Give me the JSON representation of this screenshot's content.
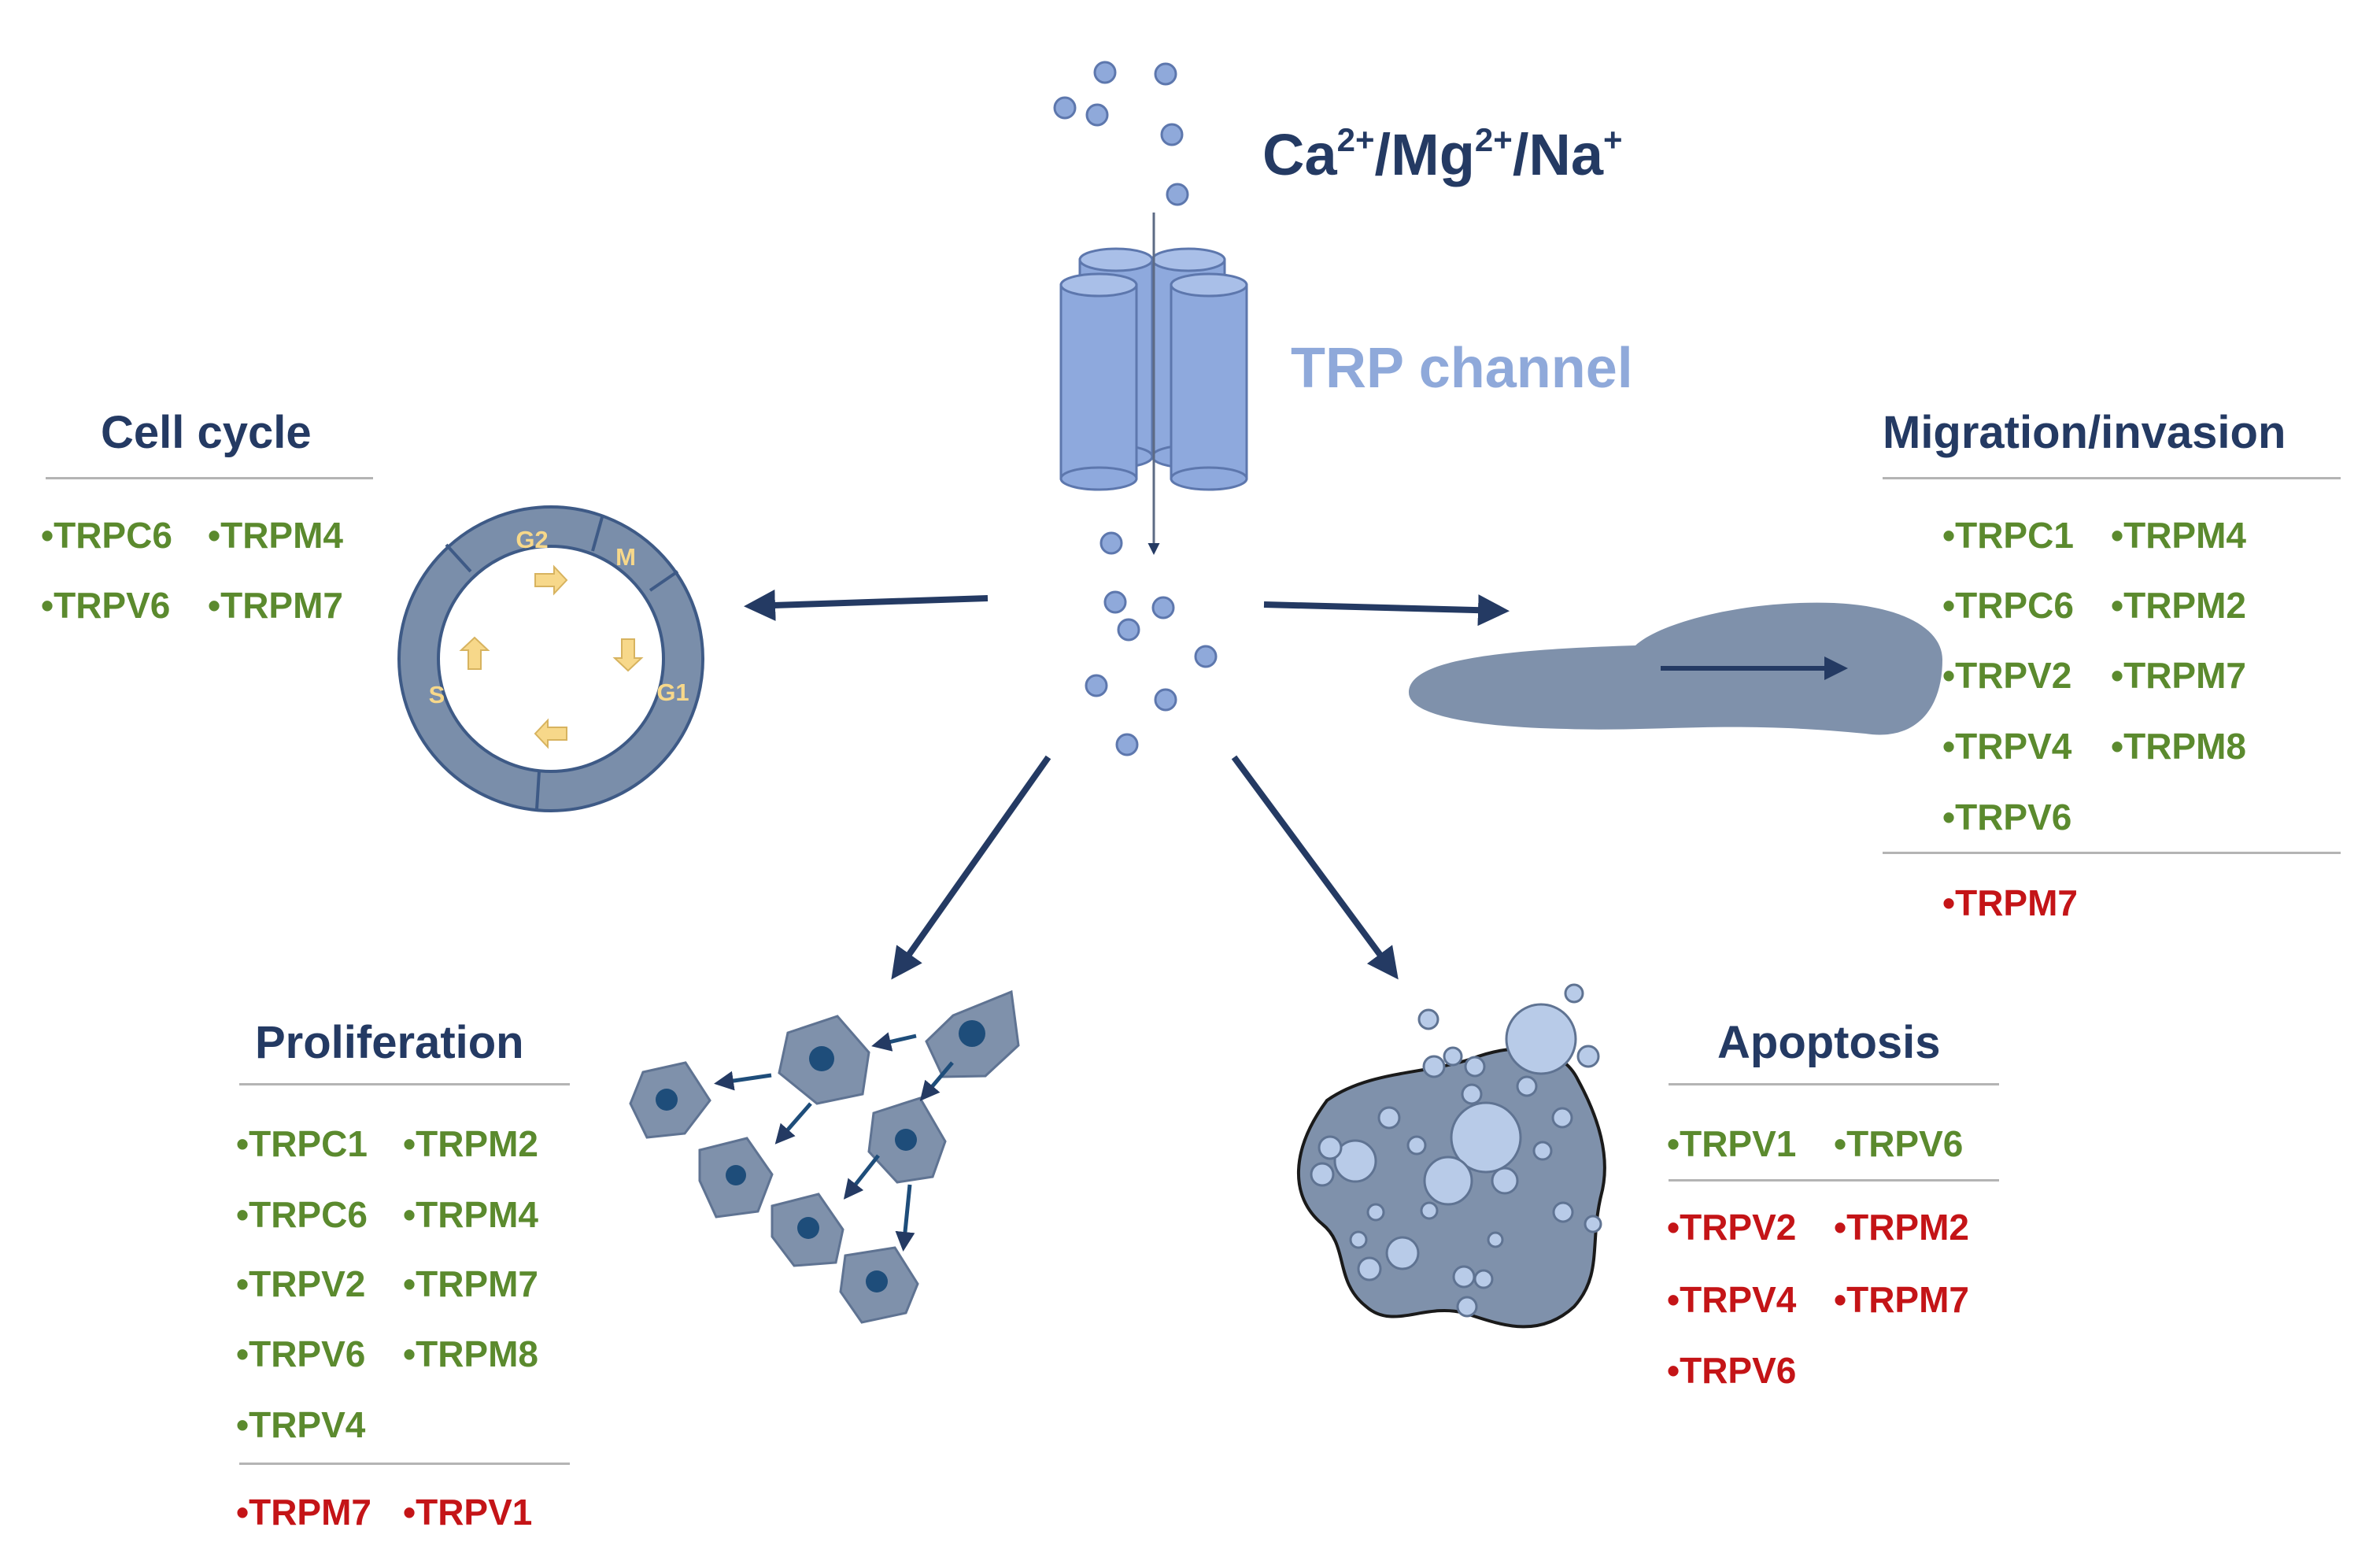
{
  "ions": {
    "base1": "Ca",
    "sup1": "2+",
    "sep1": "/",
    "base2": "Mg",
    "sup2": "2+",
    "sep2": "/",
    "base3": "Na",
    "sup3": "+"
  },
  "channel_label": "TRP channel",
  "cell_cycle": {
    "title": "Cell cycle",
    "phases": {
      "g2": "G2",
      "m": "M",
      "g1": "G1",
      "s": "S"
    },
    "genes": [
      "•TRPC6",
      "•TRPM4",
      "•TRPV6",
      "•TRPM7"
    ]
  },
  "migration": {
    "title": "Migration/invasion",
    "genes_green": [
      "•TRPC1",
      "•TRPM4",
      "•TRPC6",
      "•TRPM2",
      "•TRPV2",
      "•TRPM7",
      "•TRPV4",
      "•TRPM8",
      "•TRPV6"
    ],
    "genes_red": [
      "•TRPM7"
    ]
  },
  "proliferation": {
    "title": "Proliferation",
    "genes_green": [
      "•TRPC1",
      "•TRPM2",
      "•TRPC6",
      "•TRPM4",
      "•TRPV2",
      "•TRPM7",
      "•TRPV6",
      "•TRPM8",
      "•TRPV4"
    ],
    "genes_red": [
      "•TRPM7",
      "•TRPV1"
    ]
  },
  "apoptosis": {
    "title": "Apoptosis",
    "genes_green": [
      "•TRPV1",
      "•TRPV6"
    ],
    "genes_red": [
      "•TRPV2",
      "•TRPM2",
      "•TRPV4",
      "•TRPM7",
      "•TRPV6"
    ]
  },
  "colors": {
    "navy": "#243a63",
    "ion_fill": "#8fa9da",
    "channel_fill": "#8ea9dd",
    "cell_fill": "#7f91ab",
    "green": "#5b8a2e",
    "red": "#c41417",
    "phase_arrow": "#f7d88a"
  }
}
